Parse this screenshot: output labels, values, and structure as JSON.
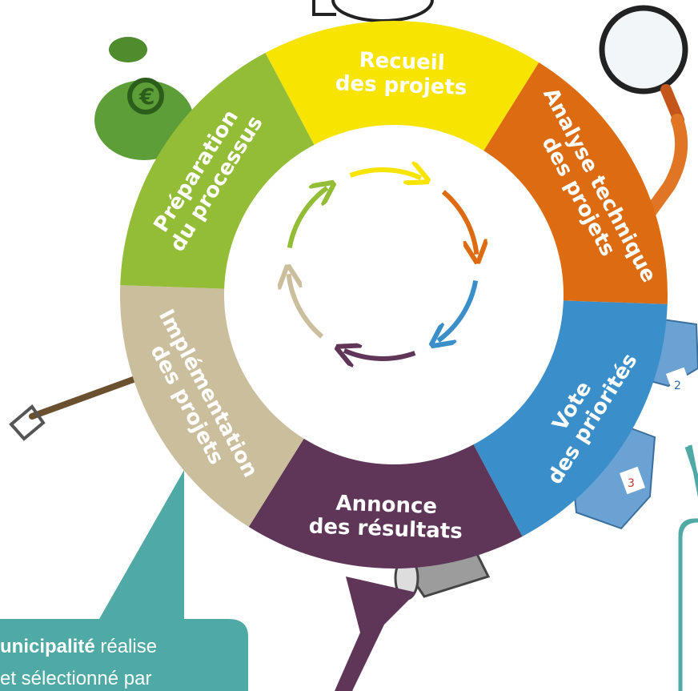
{
  "cycle": {
    "steps": [
      {
        "id": "recueil",
        "lines": [
          "Recueil",
          "des projets"
        ],
        "color": "#f7e400",
        "text_color": "#2b2b2b"
      },
      {
        "id": "analyse",
        "lines": [
          "Analyse technique",
          "des projets"
        ],
        "color": "#dd6b11",
        "text_color": "#ffffff"
      },
      {
        "id": "vote",
        "lines": [
          "Vote",
          "des priorités"
        ],
        "color": "#3a8fca",
        "text_color": "#ffffff"
      },
      {
        "id": "annonce",
        "lines": [
          "Annonce",
          "des résultats"
        ],
        "color": "#5f3558",
        "text_color": "#ffffff"
      },
      {
        "id": "implementation",
        "lines": [
          "Implémentation",
          "des projets"
        ],
        "color": "#cbbe9c",
        "text_color": "#2b2b2b"
      },
      {
        "id": "preparation",
        "lines": [
          "Préparation",
          "du processus"
        ],
        "color": "#93bd36",
        "text_color": "#ffffff"
      }
    ]
  },
  "callout": {
    "bold_part": "unicipalité",
    "rest_line1": " réalise",
    "line2": "et sélectionné par",
    "fill": "#4fa9a4"
  },
  "ballot_icons": {
    "box1_label": "2",
    "box2_label": "3"
  }
}
